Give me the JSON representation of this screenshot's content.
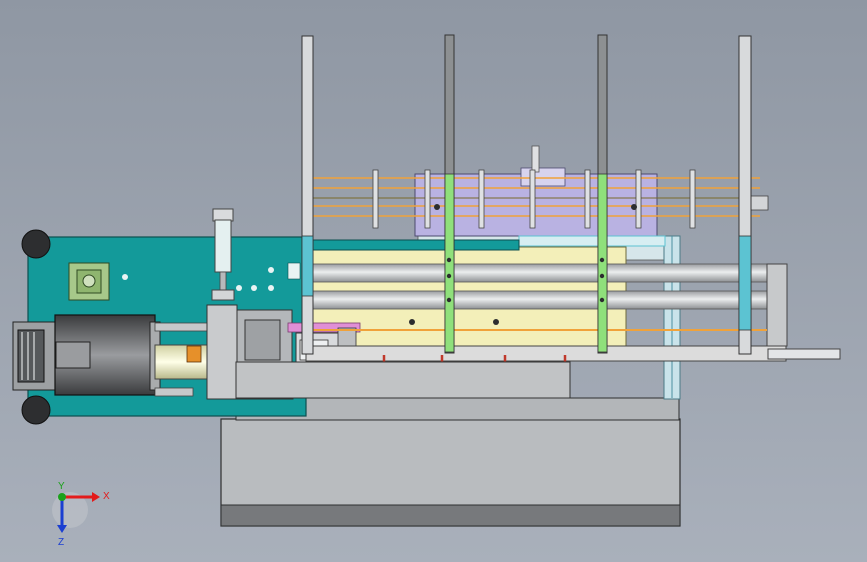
{
  "viewport": {
    "background": "#a9b0bb",
    "background_top": "#8f97a3"
  },
  "colors": {
    "base_gray": "#b9bcbf",
    "base_dark": "#77797c",
    "frame_teal": "#139a9a",
    "motor_gray": "#8a8c8f",
    "motor_dark": "#3b3c3e",
    "plate_light": "#e9e9c9",
    "plate_yellow": "#f3efb9",
    "rod_gray": "#c9cbcd",
    "post_gray": "#8d9092",
    "green_band": "#8fe07b",
    "purple_block": "#b9b2e2",
    "orange_line": "#f0a23a",
    "red_pin": "#c0392b",
    "rail_cyan": "#5cc3d2",
    "pink_bar": "#e08fd6"
  },
  "triad": {
    "x_label": "X",
    "y_label": "Y",
    "z_label": "Z",
    "x_color": "#e31b1b",
    "y_color": "#1ba11b",
    "z_color": "#1b3fd1"
  }
}
